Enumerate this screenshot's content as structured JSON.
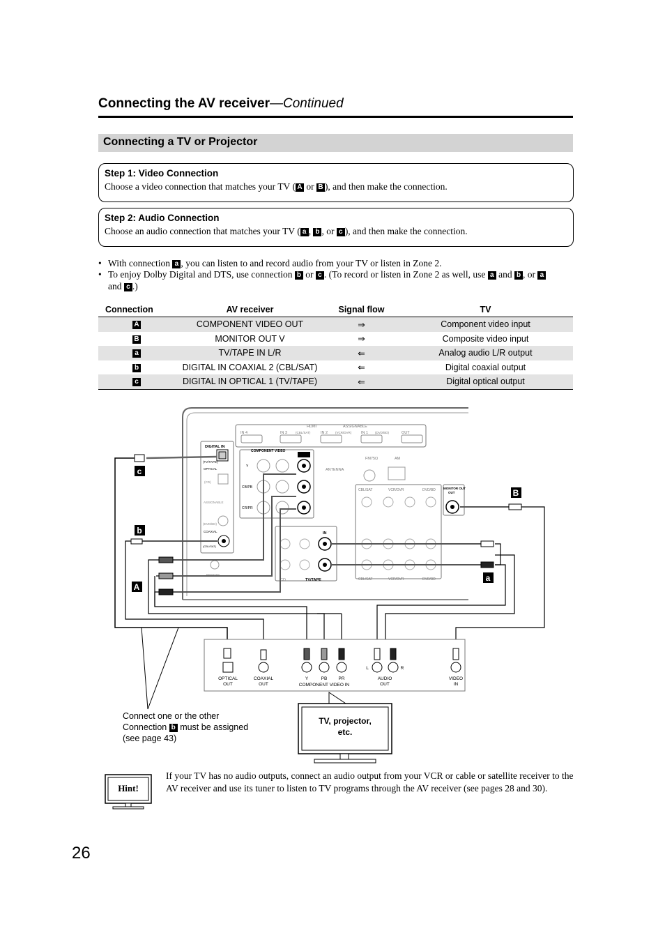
{
  "header": {
    "title": "Connecting the AV receiver",
    "continued": "—Continued"
  },
  "section": {
    "title": "Connecting a TV or Projector"
  },
  "step1": {
    "title": "Step 1: Video Connection",
    "text_before": "Choose a video connection that matches your TV (",
    "key1": "A",
    "mid": " or ",
    "key2": "B",
    "text_after": "), and then make the connection."
  },
  "step2": {
    "title": "Step 2: Audio Connection",
    "text_before": "Choose an audio connection that matches your TV (",
    "key1": "a",
    "sep1": ", ",
    "key2": "b",
    "sep2": ", or ",
    "key3": "c",
    "text_after": "), and then make the connection."
  },
  "bullets": {
    "b1_pre": "With connection ",
    "b1_key": "a",
    "b1_post": ", you can listen to and record audio from your TV or listen in Zone 2.",
    "b2_pre": "To enjoy Dolby Digital and DTS, use connection ",
    "b2_k1": "b",
    "b2_or": " or ",
    "b2_k2": "c",
    "b2_mid": ". (To record or listen in Zone 2 as well, use ",
    "b2_k3": "a",
    "b2_and": " and ",
    "b2_k4": "b",
    "b2_or2": ", or ",
    "b2_k5": "a",
    "b2_line2_and": "and ",
    "b2_k6": "c",
    "b2_end": ".)"
  },
  "table": {
    "headers": [
      "Connection",
      "AV receiver",
      "Signal flow",
      "TV"
    ],
    "rows": [
      {
        "key": "A",
        "receiver": "COMPONENT VIDEO OUT",
        "flow": "⇒",
        "tv": "Component video input"
      },
      {
        "key": "B",
        "receiver": "MONITOR OUT V",
        "flow": "⇒",
        "tv": "Composite video input"
      },
      {
        "key": "a",
        "receiver": "TV/TAPE IN L/R",
        "flow": "⇐",
        "tv": "Analog audio L/R output"
      },
      {
        "key": "b",
        "receiver": "DIGITAL IN COAXIAL 2 (CBL/SAT)",
        "flow": "⇐",
        "tv": "Digital coaxial output"
      },
      {
        "key": "c",
        "receiver": "DIGITAL IN OPTICAL 1 (TV/TAPE)",
        "flow": "⇐",
        "tv": "Digital optical output"
      }
    ]
  },
  "diagram": {
    "receiver_labels": {
      "hdmi": "HDMI",
      "assignable": "ASSIGNABLE",
      "in4": "IN 4",
      "in3": "IN 3",
      "in2": "IN 2",
      "in1": "IN 1",
      "cbl_sat_small": "(CBL/SAT)",
      "vcr_dvr_small": "(VCR/DVR)",
      "dvd_small": "(DVD/BD)",
      "out": "OUT",
      "digital_in": "DIGITAL IN",
      "tv_tape": "(TV/TAPE)",
      "optical": "OPTICAL",
      "cd": "(CD)",
      "dvd_bd": "(DVD/BD)",
      "coaxial": "COAXIAL",
      "cbl_sat": "(CBL/SAT)",
      "component_video": "COMPONENT VIDEO",
      "y": "Y",
      "cb_pb": "CB/PB",
      "cr_pr": "CR/PR",
      "fm75": "FM75Ω",
      "am": "AM",
      "antenna": "ANTENNA",
      "cbl_sat_col": "CBL/SAT",
      "vcr_dvr_col": "VCR/DVR",
      "dvd_bd_col": "DVD/BD",
      "monitor_out": "MONITOR OUT",
      "in": "IN",
      "cd_label": "CD",
      "tv_tape_label": "TV/TAPE",
      "remote": "REMOTE"
    },
    "keys": {
      "c": "c",
      "b": "b",
      "A": "A",
      "B": "B",
      "a": "a"
    },
    "tv_panel": {
      "optical_out": [
        "OPTICAL",
        "OUT"
      ],
      "coaxial_out": [
        "COAXIAL",
        "OUT"
      ],
      "y": "Y",
      "pb": "PB",
      "pr": "PR",
      "component_video_in": "COMPONENT VIDEO IN",
      "l": "L",
      "r": "R",
      "audio_out": [
        "AUDIO",
        "OUT"
      ],
      "video_in": [
        "VIDEO",
        "IN"
      ]
    },
    "tv_caption": [
      "TV, projector,",
      "etc."
    ]
  },
  "note": {
    "line1": "Connect one or the other",
    "line2_pre": "Connection ",
    "line2_key": "b",
    "line2_post": " must be assigned",
    "line3": "(see page 43)"
  },
  "hint": {
    "label": "Hint!",
    "text": "If your TV has no audio outputs, connect an audio output from your VCR or cable or satellite receiver to the AV receiver and use its tuner to listen to TV programs through the AV receiver (see pages 28 and 30)."
  },
  "page_number": "26"
}
